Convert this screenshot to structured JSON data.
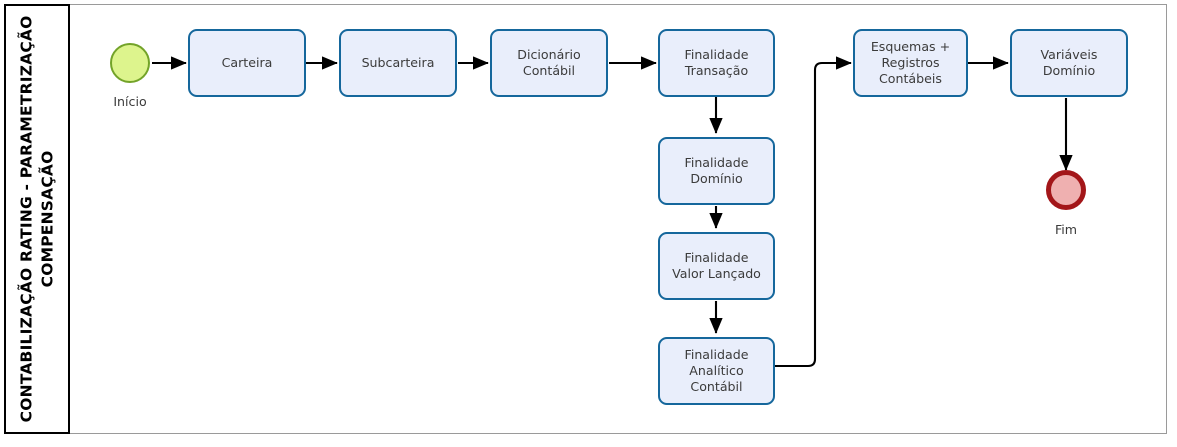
{
  "diagram": {
    "type": "bpmn-flowchart",
    "lane": {
      "title_line1": "CONTABILIZAÇÃO RATING -  PARAMETRIZAÇÃO",
      "title_line2": "COMPENSAÇÃO"
    },
    "colors": {
      "task_fill": "#e9eefb",
      "task_border": "#15679c",
      "start_fill": "#ddf48d",
      "start_border": "#73a329",
      "end_fill": "#efb0b0",
      "end_border": "#a31619",
      "flow_line": "#000000",
      "frame": "#9a9a9a",
      "text": "#3b3b3b"
    },
    "events": [
      {
        "id": "start",
        "kind": "start-event",
        "label": "Início"
      },
      {
        "id": "end",
        "kind": "end-event",
        "label": "Fim"
      }
    ],
    "tasks": [
      {
        "id": "carteira",
        "label": "Carteira"
      },
      {
        "id": "subcarteira",
        "label": "Subcarteira"
      },
      {
        "id": "dicionario",
        "label": "Dicionário\nContábil"
      },
      {
        "id": "fin-transacao",
        "label": "Finalidade\nTransação"
      },
      {
        "id": "fin-dominio",
        "label": "Finalidade\nDomínio"
      },
      {
        "id": "fin-valor",
        "label": "Finalidade\nValor Lançado"
      },
      {
        "id": "fin-analitico",
        "label": "Finalidade\nAnalítico\nContábil"
      },
      {
        "id": "esquemas",
        "label": "Esquemas +\nRegistros\nContábeis"
      },
      {
        "id": "variaveis",
        "label": "Variáveis\nDomínio"
      }
    ],
    "flows": [
      {
        "from": "start",
        "to": "carteira"
      },
      {
        "from": "carteira",
        "to": "subcarteira"
      },
      {
        "from": "subcarteira",
        "to": "dicionario"
      },
      {
        "from": "dicionario",
        "to": "fin-transacao"
      },
      {
        "from": "fin-transacao",
        "to": "fin-dominio"
      },
      {
        "from": "fin-dominio",
        "to": "fin-valor"
      },
      {
        "from": "fin-valor",
        "to": "fin-analitico"
      },
      {
        "from": "fin-analitico",
        "to": "esquemas"
      },
      {
        "from": "esquemas",
        "to": "variaveis"
      },
      {
        "from": "variaveis",
        "to": "end"
      }
    ]
  }
}
